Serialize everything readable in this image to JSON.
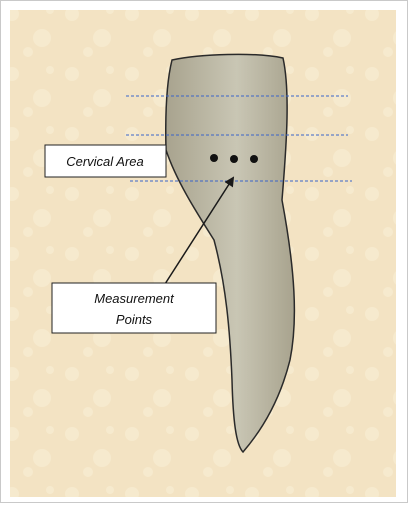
{
  "labels": {
    "cervical_area": "Cervical Area",
    "measurement_points_line1": "Measurement",
    "measurement_points_line2": "Points"
  },
  "colors": {
    "background": "#f3e3c3",
    "background_spot": "#f8eed6",
    "frame_border": "#c9c9c9",
    "tooth_fill": "#a8a38e",
    "tooth_highlight": "#c9c6b4",
    "tooth_outline": "#2a2a2a",
    "guide_line": "#3a64c8",
    "arrow": "#1a1a1a",
    "point": "#111111",
    "label_box": "#ffffff",
    "label_border": "#222222"
  },
  "icons": {
    "measurement_point": "filled-circle",
    "pointer": "arrow"
  }
}
